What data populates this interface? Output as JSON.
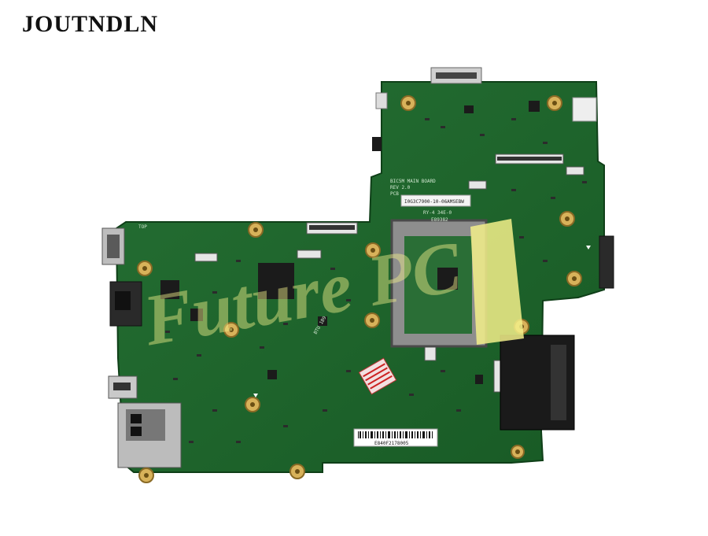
{
  "brand": {
    "name": "JOUTNDLN"
  },
  "board": {
    "silkscreen": [
      "BIC5M MAIN BOARD",
      "REV 2.0",
      "PCB"
    ],
    "sticker_code": "I0G3C7900-10-06AMSEBW",
    "ry_text": "RY-4  34E-0",
    "e_code": "E89382",
    "barcode_text": "E840F2178005",
    "chip_mark": "BTU 1B9",
    "top_label": "TOP"
  },
  "watermark": {
    "text": "Future PC"
  },
  "colors": {
    "pcb": "#1f6b2d",
    "pcb_dark": "#15521f",
    "gold": "#d8b25a",
    "chip": "#1b1b1b",
    "tape": "#f3f08a"
  }
}
